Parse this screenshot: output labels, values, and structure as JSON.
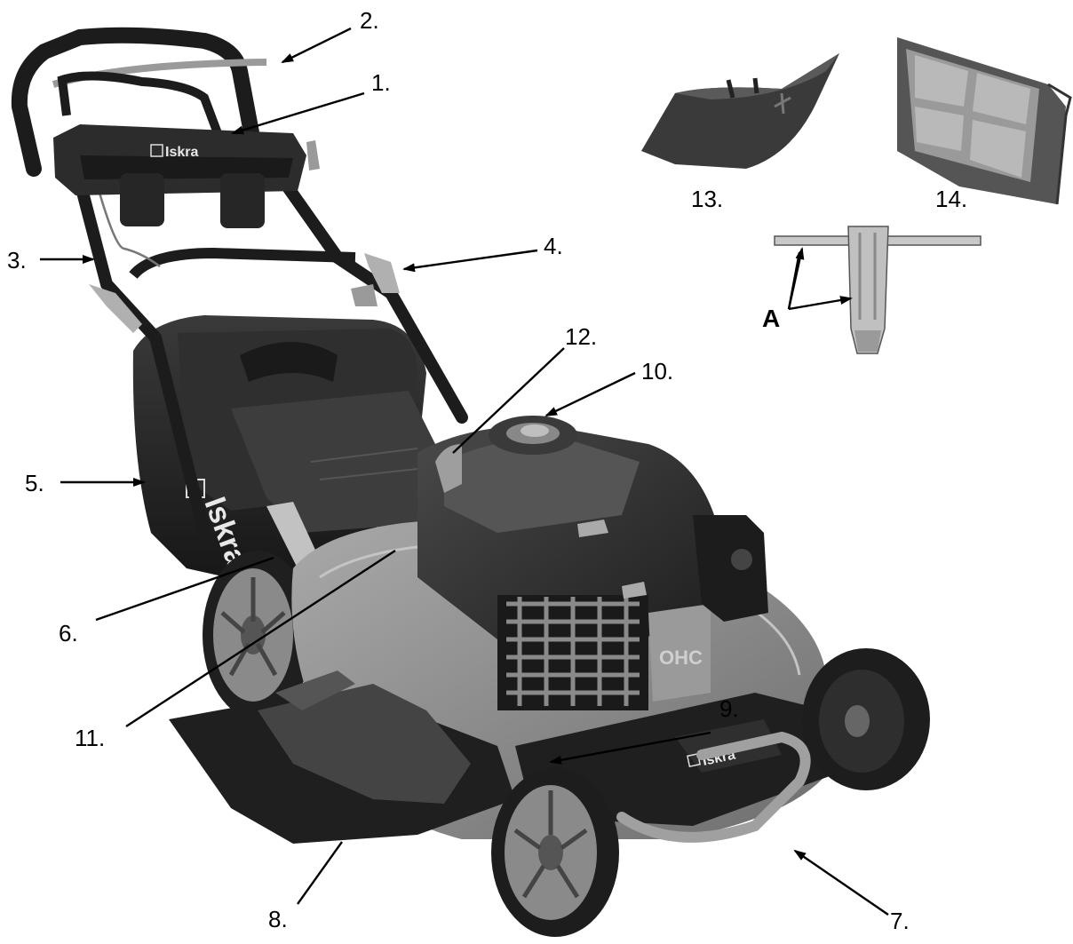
{
  "brand": {
    "logo_text": "Iskra"
  },
  "engine": {
    "cover_text": "OHC"
  },
  "callouts": [
    {
      "id": "c1",
      "label": "1."
    },
    {
      "id": "c2",
      "label": "2."
    },
    {
      "id": "c3",
      "label": "3."
    },
    {
      "id": "c4",
      "label": "4."
    },
    {
      "id": "c5",
      "label": "5."
    },
    {
      "id": "c6",
      "label": "6."
    },
    {
      "id": "c7",
      "label": "7."
    },
    {
      "id": "c8",
      "label": "8."
    },
    {
      "id": "c9",
      "label": "9."
    },
    {
      "id": "c10",
      "label": "10."
    },
    {
      "id": "c11",
      "label": "11."
    },
    {
      "id": "c12",
      "label": "12."
    },
    {
      "id": "c13",
      "label": "13."
    },
    {
      "id": "c14",
      "label": "14."
    }
  ],
  "tool": {
    "label": "A"
  },
  "colors": {
    "body_dark": "#2a2a2a",
    "deck_grey": "#8f8f8f",
    "handle_black": "#1c1c1c",
    "accent_light": "#b8b8b8"
  }
}
